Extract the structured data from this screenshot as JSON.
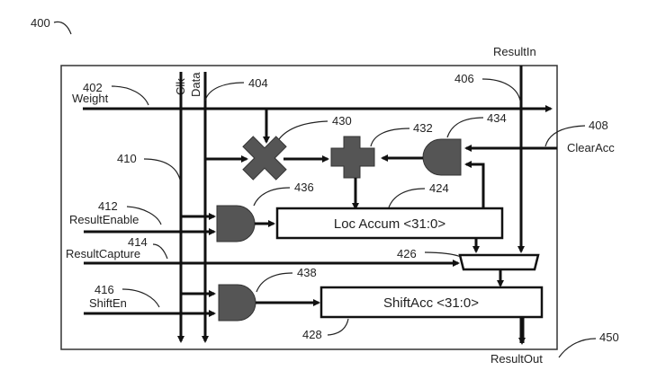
{
  "figure": {
    "ref": "400",
    "outline_ref": "450"
  },
  "signals": {
    "weight": {
      "ref": "402",
      "label": "Weight"
    },
    "clk": {
      "label": "Clk"
    },
    "data": {
      "ref": "404",
      "label": "Data"
    },
    "result_in": {
      "ref": "406",
      "label": "ResultIn"
    },
    "clear_acc": {
      "ref": "408",
      "label": "ClearAcc"
    },
    "clk_line": {
      "ref": "410"
    },
    "result_enable": {
      "ref": "412",
      "label": "ResultEnable"
    },
    "result_capture": {
      "ref": "414",
      "label": "ResultCapture"
    },
    "shift_en": {
      "ref": "416",
      "label": "ShiftEn"
    },
    "result_out": {
      "label": "ResultOut"
    }
  },
  "components": {
    "loc_accum": {
      "ref": "424",
      "label": "Loc Accum <31:0>"
    },
    "mux": {
      "ref": "426"
    },
    "shift_acc": {
      "ref": "428",
      "label": "ShiftAcc <31:0>"
    },
    "multiplier": {
      "ref": "430",
      "symbol": "multiply-icon"
    },
    "adder": {
      "ref": "432",
      "symbol": "plus-icon"
    },
    "and_gate_clear": {
      "ref": "434",
      "symbol": "and-gate-icon"
    },
    "and_gate_result": {
      "ref": "436",
      "symbol": "and-gate-icon"
    },
    "and_gate_shift": {
      "ref": "438",
      "symbol": "and-gate-icon"
    }
  }
}
